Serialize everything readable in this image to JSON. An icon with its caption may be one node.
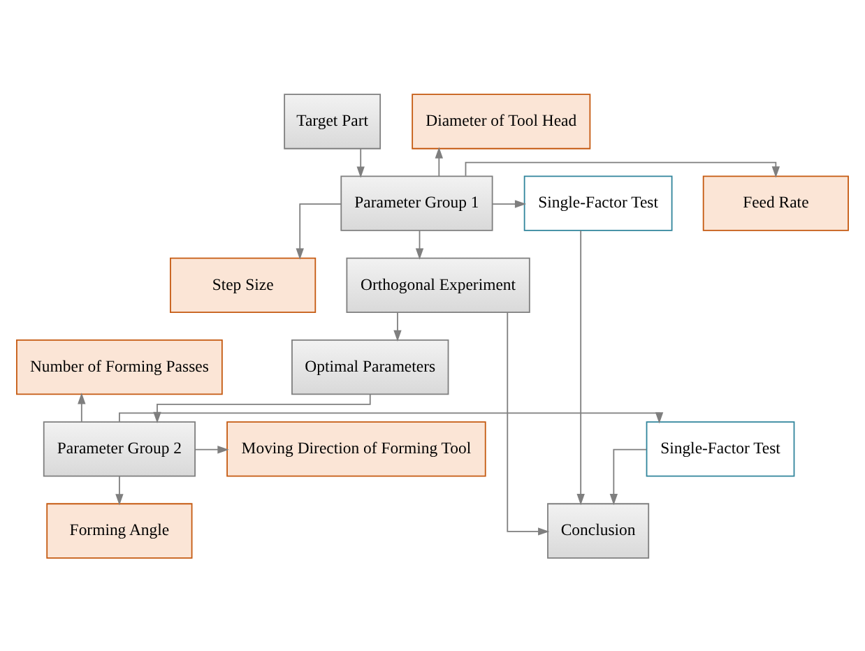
{
  "diagram": {
    "nodes": [
      {
        "text": [
          "Target Part"
        ]
      },
      {
        "text": [
          "Diameter of Tool Head"
        ]
      },
      {
        "text": [
          "Feed Rate"
        ]
      },
      {
        "text": [
          "Parameter Group 1"
        ]
      },
      {
        "text": [
          "Single-Factor Test"
        ]
      },
      {
        "text": [
          "Step Size"
        ]
      },
      {
        "text": [
          "Orthogonal Experiment"
        ]
      },
      {
        "text": [
          "Conclusion"
        ]
      },
      {
        "text": [
          "Optimal Parameters"
        ]
      },
      {
        "text": [
          "Number of Forming Passes"
        ]
      },
      {
        "text": [
          "Moving Direction of Forming Tool"
        ]
      },
      {
        "text": [
          "Parameter Group 2"
        ]
      },
      {
        "text": [
          "Single-Factor Test"
        ]
      },
      {
        "text": [
          "Forming Angle"
        ]
      }
    ],
    "edges": [
      {
        "from": 0,
        "to": 3,
        "arrow": "to"
      },
      {
        "from": 3,
        "to": 1,
        "arrow": "to"
      },
      {
        "from": 3,
        "to": 2,
        "arrow": "to"
      },
      {
        "from": 3,
        "to": 5,
        "arrow": "to"
      },
      {
        "from": 3,
        "to": 4,
        "arrow": "to"
      },
      {
        "from": 3,
        "to": 6,
        "arrow": "to"
      },
      {
        "from": 4,
        "to": 7,
        "arrow": "to"
      },
      {
        "from": 6,
        "to": 7,
        "arrow": "to"
      },
      {
        "from": 6,
        "to": 8,
        "arrow": "to"
      },
      {
        "from": 8,
        "to": 11,
        "arrow": "to"
      },
      {
        "from": 11,
        "to": 9,
        "arrow": "to"
      },
      {
        "from": 11,
        "to": 10,
        "arrow": "to"
      },
      {
        "from": 11,
        "to": 13,
        "arrow": "to"
      },
      {
        "from": 11,
        "to": 12,
        "arrow": "to"
      },
      {
        "from": 12,
        "to": 7,
        "arrow": "to"
      }
    ]
  }
}
